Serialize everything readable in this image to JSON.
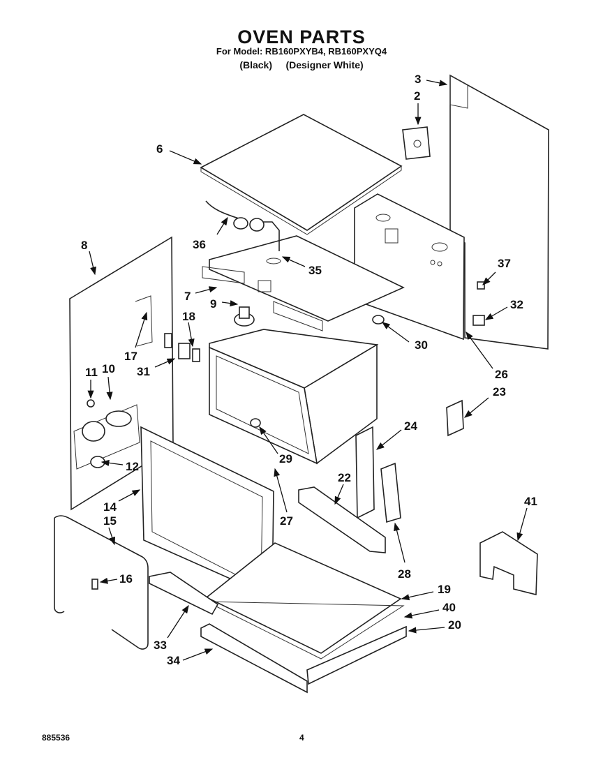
{
  "header": {
    "title": "OVEN PARTS",
    "model_line": "For Model: RB160PXYB4, RB160PXYQ4",
    "variants": [
      "(Black)",
      "(Designer White)"
    ]
  },
  "callouts": [
    "2",
    "3",
    "6",
    "8",
    "36",
    "35",
    "7",
    "9",
    "18",
    "17",
    "31",
    "11",
    "10",
    "12",
    "14",
    "15",
    "16",
    "37",
    "32",
    "30",
    "26",
    "23",
    "24",
    "22",
    "29",
    "27",
    "28",
    "41",
    "19",
    "40",
    "20",
    "33",
    "34"
  ],
  "footer": {
    "doc_number": "885536",
    "page_number": "4"
  }
}
